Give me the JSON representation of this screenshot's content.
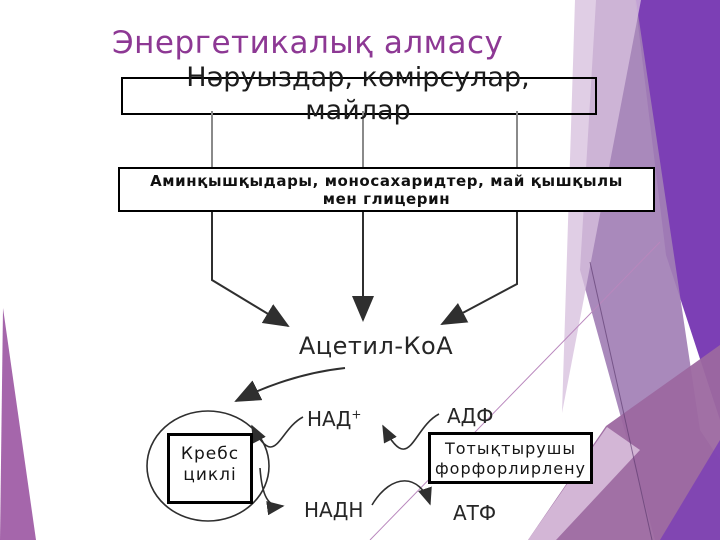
{
  "slide": {
    "title": "Энергетикалық алмасу",
    "box1": {
      "line1": "Нәруыздар, көмірсулар,",
      "line2": "майлар"
    },
    "box2": {
      "line1": "Аминқышқыдары, моносахаридтер, май қышқылы",
      "line2": "мен глицерин"
    },
    "acetyl": "Ацетил-КоА",
    "labels": {
      "nad_base": "НАД",
      "nad_sup": "+",
      "nadh": "НАДН",
      "adf": "АДФ",
      "atf": "АТФ"
    },
    "krebs": {
      "line1": "Кребс",
      "line2": "циклі"
    },
    "oxphos": {
      "line1": "Тотықтырушы",
      "line2": "форфорлирлену"
    }
  },
  "colors": {
    "title": "#8D3894",
    "ink": "#262626",
    "violet_deep": "#7C3FB5",
    "violet_mid": "#A27FB5",
    "lavender_wash": "#D7C0DE",
    "rose": "#9C68A0",
    "rose_light": "#DCC2DE",
    "left_wedge": "#A566AB",
    "connector_gray": "#8a8a8a",
    "arrow_dark": "#333333"
  }
}
